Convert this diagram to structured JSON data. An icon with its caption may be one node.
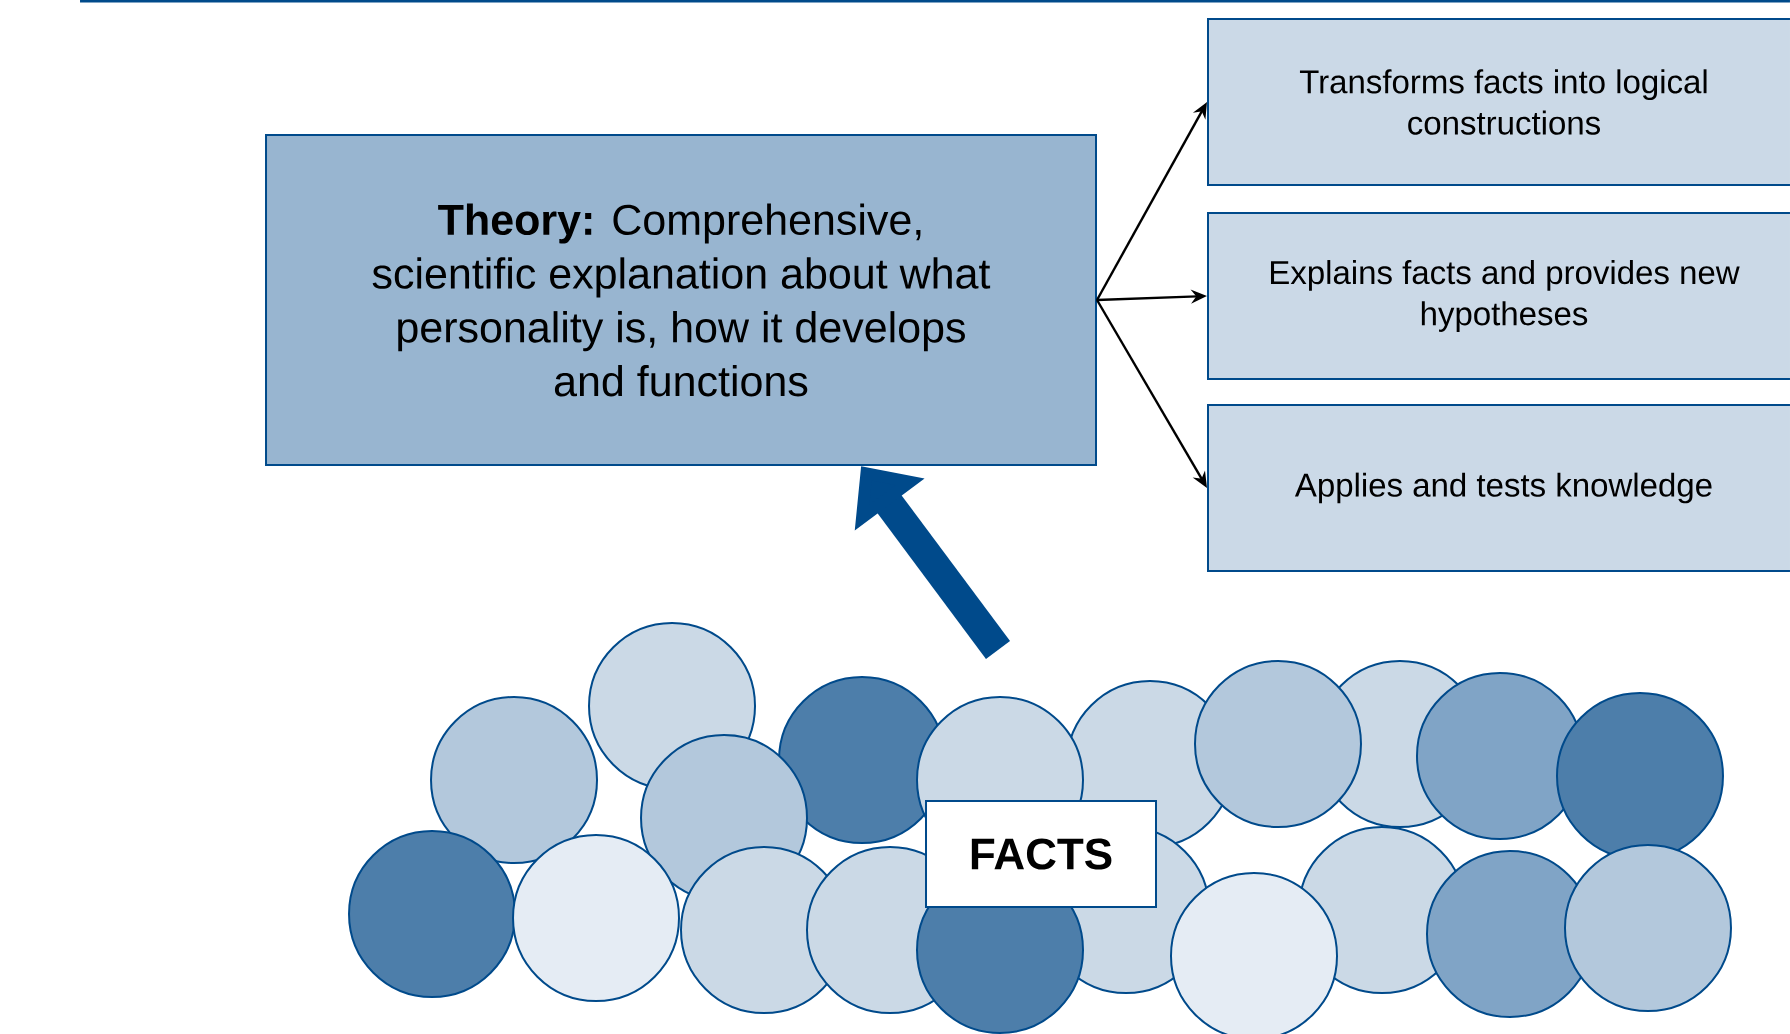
{
  "diagram": {
    "nodes": [
      {
        "text": [
          "**Theory:** Comprehensive, scientific explanation about what personality is, how it develops and functions"
        ]
      },
      {
        "text": [
          "Transforms facts into logical constructions"
        ]
      },
      {
        "text": [
          "Explains facts and provides new hypotheses"
        ]
      },
      {
        "text": [
          "Applies and tests knowledge"
        ]
      },
      {
        "text": [
          "FACTS"
        ]
      }
    ],
    "edges": [
      {
        "from": 0,
        "to": 1,
        "arrow": "to"
      },
      {
        "from": 0,
        "to": 2,
        "arrow": "to"
      },
      {
        "from": 0,
        "to": 3,
        "arrow": "to"
      },
      {
        "from": null,
        "to": 0,
        "arrow": "to",
        "style": "thick",
        "color": "#004a8b"
      }
    ]
  }
}
